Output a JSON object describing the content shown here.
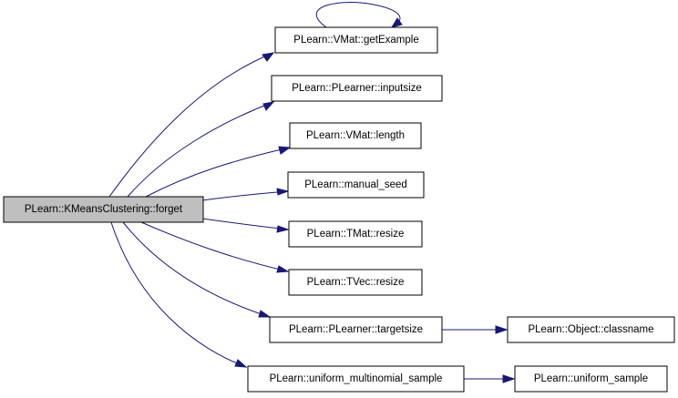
{
  "graph": {
    "colors": {
      "edge": "#191970",
      "root_fill": "#bfbfbf",
      "node_fill": "#ffffff",
      "border": "#000000"
    },
    "nodes": [
      {
        "id": "root",
        "label": "PLearn::KMeansClustering::forget"
      },
      {
        "id": "getexample",
        "label": "PLearn::VMat::getExample"
      },
      {
        "id": "inputsize",
        "label": "PLearn::PLearner::inputsize"
      },
      {
        "id": "length",
        "label": "PLearn::VMat::length"
      },
      {
        "id": "manualseed",
        "label": "PLearn::manual_seed"
      },
      {
        "id": "tmatresize",
        "label": "PLearn::TMat::resize"
      },
      {
        "id": "tvecresize",
        "label": "PLearn::TVec::resize"
      },
      {
        "id": "targetsize",
        "label": "PLearn::PLearner::targetsize"
      },
      {
        "id": "multinomial",
        "label": "PLearn::uniform_multinomial_sample"
      },
      {
        "id": "classname",
        "label": "PLearn::Object::classname"
      },
      {
        "id": "uniformsample",
        "label": "PLearn::uniform_sample"
      }
    ],
    "edges": [
      {
        "from": "root",
        "to": "getexample"
      },
      {
        "from": "getexample",
        "to": "getexample"
      },
      {
        "from": "root",
        "to": "inputsize"
      },
      {
        "from": "root",
        "to": "length"
      },
      {
        "from": "root",
        "to": "manualseed"
      },
      {
        "from": "root",
        "to": "tmatresize"
      },
      {
        "from": "root",
        "to": "tvecresize"
      },
      {
        "from": "root",
        "to": "targetsize"
      },
      {
        "from": "root",
        "to": "multinomial"
      },
      {
        "from": "targetsize",
        "to": "classname"
      },
      {
        "from": "multinomial",
        "to": "uniformsample"
      }
    ]
  }
}
